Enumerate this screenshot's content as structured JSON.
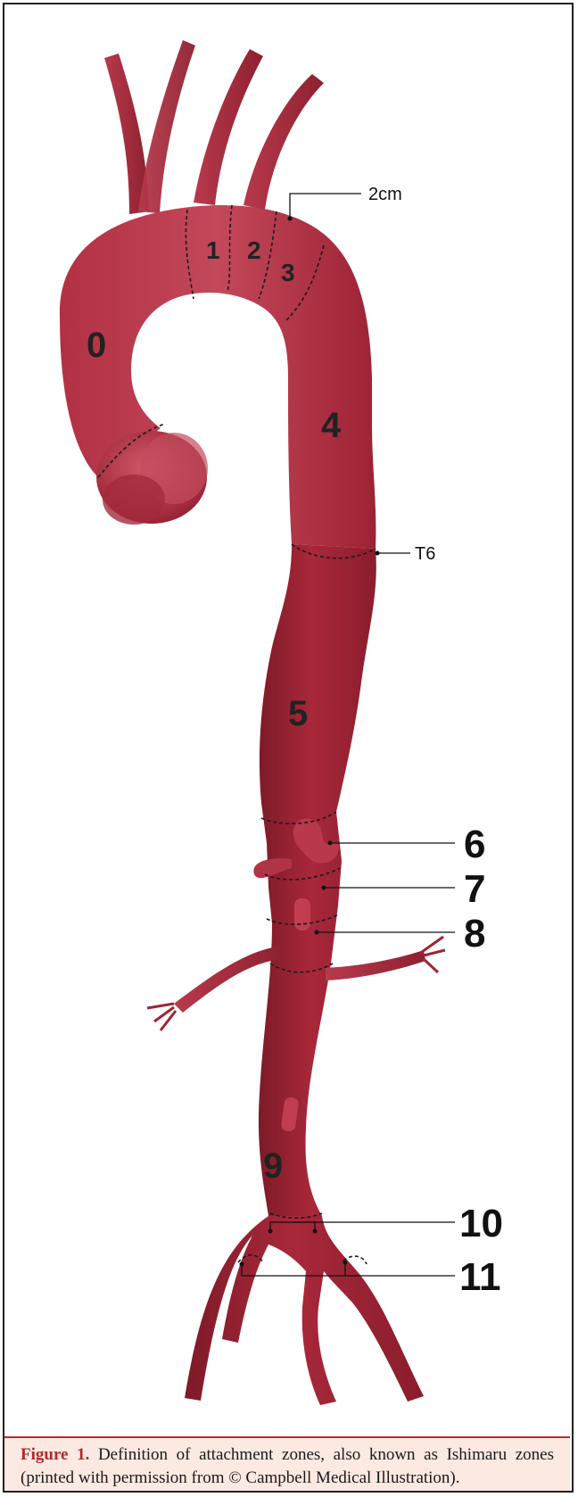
{
  "zones": {
    "z0": "0",
    "z1": "1",
    "z2": "2",
    "z3": "3",
    "z4": "4",
    "z5": "5",
    "z6": "6",
    "z7": "7",
    "z8": "8",
    "z9": "9",
    "z10": "10",
    "z11": "11"
  },
  "callouts": {
    "distance": "2cm",
    "vertebra": "T6"
  },
  "caption": {
    "label": "Figure 1.",
    "text": "Definition of attachment zones, also known as Ishimaru zones (printed with permission from © Campbell Medical Illustration)."
  },
  "colors": {
    "vessel": "#a8283a",
    "vessel_dark": "#7e1a27",
    "vessel_light": "#c94a5c",
    "caption_bg": "#fbe9e2",
    "caption_label": "#b3282d"
  }
}
